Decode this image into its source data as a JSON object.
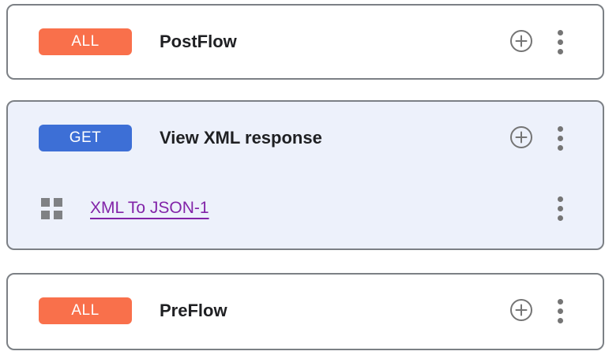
{
  "colors": {
    "badge_all": "#f9704b",
    "badge_get": "#3d6fd6",
    "card_highlight_bg": "#edf1fb",
    "policy_link": "#8224a8",
    "icon_gray": "#757575",
    "card_border": "#7c8085"
  },
  "cards": [
    {
      "badge": "ALL",
      "badge_color": "#f9704b",
      "title": "PostFlow",
      "add_icon": "plus-circle-icon",
      "menu_icon": "kebab-menu-icon"
    },
    {
      "badge": "GET",
      "badge_color": "#3d6fd6",
      "title": "View XML response",
      "background": "#edf1fb",
      "add_icon": "plus-circle-icon",
      "menu_icon": "kebab-menu-icon",
      "policy": {
        "name": "XML To JSON-1",
        "drag_icon": "drag-handle-icon",
        "menu_icon": "kebab-menu-icon"
      }
    },
    {
      "badge": "ALL",
      "badge_color": "#f9704b",
      "title": "PreFlow",
      "add_icon": "plus-circle-icon",
      "menu_icon": "kebab-menu-icon"
    }
  ]
}
